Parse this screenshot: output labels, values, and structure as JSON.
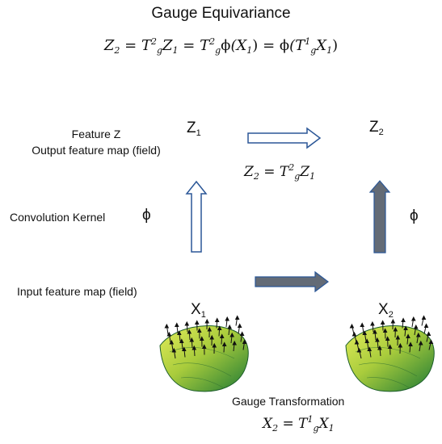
{
  "title": "Gauge Equivariance",
  "equation_top": {
    "z2": "Z",
    "z2_sub": "2",
    "eq1": "=",
    "t1": "T",
    "t1_sup": "2",
    "t1_sub": "g",
    "z1": "Z",
    "z1_sub": "1",
    "eq2": "=",
    "t2": "T",
    "t2_sup": "2",
    "t2_sub": "g",
    "phi1": "ϕ",
    "x1": "(X",
    "x1_sub": "1",
    "x1_close": ")",
    "eq3": "=",
    "phi2": "ϕ",
    "t3_open": "(T",
    "t3_sup": "1",
    "t3_sub": "g",
    "x1b": "X",
    "x1b_sub": "1",
    "x1b_close": ")"
  },
  "labels": {
    "feature_z_line1": "Feature Z",
    "feature_z_line2": "Output feature map (field)",
    "convolution_kernel": "Convolution Kernel",
    "kernel_symbol": "ϕ",
    "input_feature_map": "Input feature map (field)",
    "gauge_transformation": "Gauge Transformation"
  },
  "nodes": {
    "z1": "Z",
    "z1_sub": "1",
    "z2": "Z",
    "z2_sub": "2",
    "x1": "X",
    "x1_sub": "1",
    "x2": "X",
    "x2_sub": "2",
    "phi_right": "ϕ"
  },
  "equation_mid": {
    "z2": "Z",
    "z2_sub": "2",
    "eq": "=",
    "t": "T",
    "t_sup": "2",
    "t_sub": "g",
    "z1": "Z",
    "z1_sub": "1"
  },
  "equation_bottom": {
    "x2": "X",
    "x2_sub": "2",
    "eq": "=",
    "t": "T",
    "t_sup": "1",
    "t_sub": "g",
    "x1": "X",
    "x1_sub": "1"
  },
  "colors": {
    "outline_arrow": "#2b5797",
    "filled_arrow": "#636b76",
    "surface_light": "#d6e64a",
    "surface_dark": "#1f7a35",
    "vector_arrows": "#111111"
  }
}
